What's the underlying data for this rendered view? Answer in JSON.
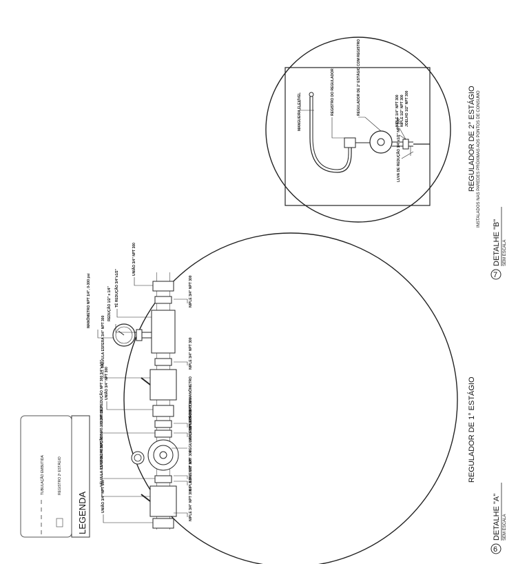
{
  "legend": {
    "title": "LEGENDA",
    "items": [
      "TUBULAÇÃO EMBUTIDA",
      "REGISTRO 2º ESTÁGIO"
    ]
  },
  "detail_a": {
    "number": "6",
    "title": "DETALHE \"A\"",
    "scale": "SEM ESCALA",
    "caption": "REGULADOR DE 1° ESTÁGIO",
    "labels": {
      "uniao_top": "UNIÃO 3/4\" NPT 300",
      "te_reducao": "TÊ REDUÇÃO 3/4\"x1/2\"",
      "reducao": "REDUÇÃO 1/2\" x 1/4\"",
      "manometro": "MANÔMETRO NPT 1/4\", 0-300 psi",
      "valvula1": "VÁLVULA ESFERA 3/4\" NPT 300",
      "uniao2": "UNIÃO 3/4\" NPT 300",
      "luva1": "LUVA DE REDUÇÃO NPT 300 3/4\"x1/2\"",
      "luva2": "LUVA DE REDUÇÃO NPT 300 3/4\"x1/2\"",
      "valvula2": "VÁLVULA ESFERA 3/4\" NPT 300",
      "uniao3": "UNIÃO 3/4\" NPT 300",
      "niple1": "NIPLE 3/4\" NPT 300",
      "niple2": "NIPLE 3/4\" NPT 300",
      "niple3": "NIPLE 3/4\" NPT 300",
      "niple4": "NIPLE 1/2\" NPT 300",
      "regulador": "REGULADOR 1° ESTÁGIO COM MANÔMETRO",
      "niple5": "NIPLE 1/2\" NPT 300",
      "niple6": "NIPLE 3/4\" NPT 300",
      "niple7": "NIPLE 3/4\" NPT 300"
    }
  },
  "detail_b": {
    "number": "7",
    "title": "DETALHE \"B\"",
    "scale": "SEM ESCALA",
    "caption": "REGULADOR DE 2° ESTÁGIO",
    "subcaption": "INSTALADOS NAS PAREDES PRÓXIMAS AOS PONTOS DE CONSUMO",
    "labels": {
      "mangueira": "MANGUEIRA FLEXÍVEL",
      "registro": "REGISTRO DO REGULADOR",
      "regulador": "REGULADOR DE 2° ESTÁGIO COM REGISTRO",
      "niple1": "NIPLE 1/4\" NPT 300",
      "niple2": "NIPLE 1/2\" NPT 300",
      "joelho": "JOELHO 1/2\" NPT 300",
      "luva": "LUVA DE REDUÇÃO 1/4\"x1/2\" NPT 300"
    }
  }
}
